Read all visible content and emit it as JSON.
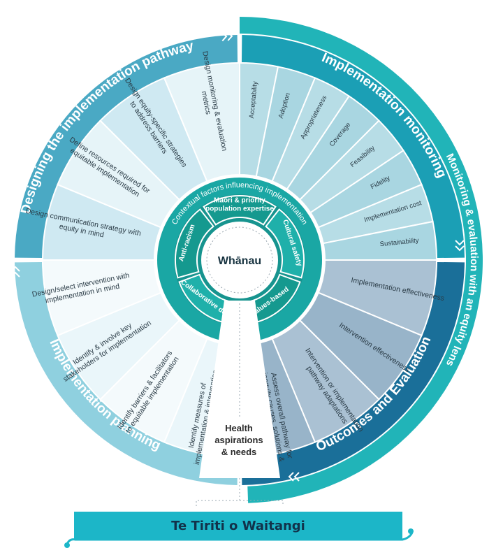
{
  "center": {
    "label": "Whānau"
  },
  "inner_ring": {
    "label": "Contextual factors influencing implementation",
    "segments": [
      "Māori & priority population expertise",
      "Cultural safety",
      "Values-based",
      "Collaborative design",
      "Anti-racism"
    ]
  },
  "quadrants": [
    {
      "id": "designing",
      "title": "Designing the implementation pathway",
      "color": "#4aa9c4",
      "items": [
        "Design communication strategy with equity in mind",
        "Define resources required for equitable implementation",
        "Design equity-specific strategies to address barriers",
        "Design monitoring & evaluation metrics"
      ]
    },
    {
      "id": "monitoring",
      "title": "Implementation monitoring",
      "color": "#1b9fb5",
      "items": [
        "Acceptability",
        "Adoption",
        "Appropriateness",
        "Coverage",
        "Feasibility",
        "Fidelity",
        "Implementation cost",
        "Sustainability"
      ]
    },
    {
      "id": "outcomes",
      "title": "Outcomes and Evaluation",
      "color": "#1a6f99",
      "items": [
        "Implementation effectiveness",
        "Intervention effectiveness",
        "Intervention or implementation pathway adaptations",
        "Assess overall pathway for inequity causes, solutions & accountability"
      ]
    },
    {
      "id": "planning",
      "title": "Implementation planning",
      "color": "#8fd0df",
      "items": [
        "Identify measures of implementation & intervention effectiveness",
        "Identify barriers & facilitators to equitable implementation",
        "Identify & involve key stakeholders for implementation",
        "Design/select intervention with implementation in mind"
      ]
    }
  ],
  "outer_arc": {
    "label": "Monitoring & evaluation with an equity lens"
  },
  "health": {
    "line1": "Health",
    "line2": "aspirations",
    "line3": "& needs"
  },
  "footer": {
    "label": "Te Tiriti o Waitangi"
  }
}
